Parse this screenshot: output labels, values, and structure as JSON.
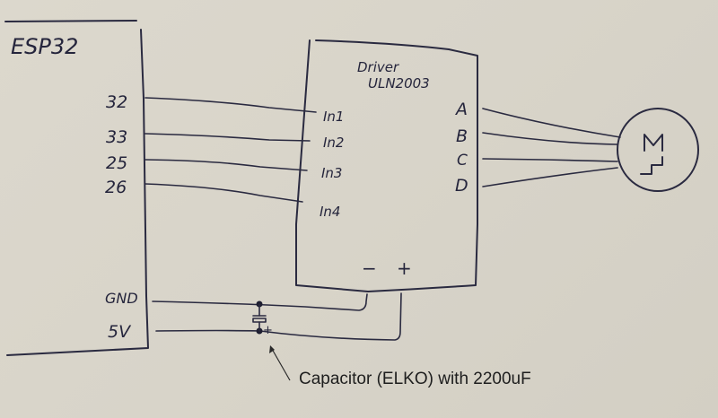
{
  "esp32": {
    "title": "ESP32",
    "pins": [
      "32",
      "33",
      "25",
      "26"
    ],
    "power_pins": [
      "GND",
      "5V"
    ]
  },
  "driver": {
    "title_line1": "Driver",
    "title_line2": "ULN2003",
    "inputs": [
      "In1",
      "In2",
      "In3",
      "In4"
    ],
    "outputs": [
      "A",
      "B",
      "C",
      "D"
    ],
    "minus": "−",
    "plus": "+"
  },
  "motor": {
    "label": "M"
  },
  "capacitor": {
    "polarity": "+",
    "caption": "Capacitor (ELKO) with 2200uF"
  }
}
